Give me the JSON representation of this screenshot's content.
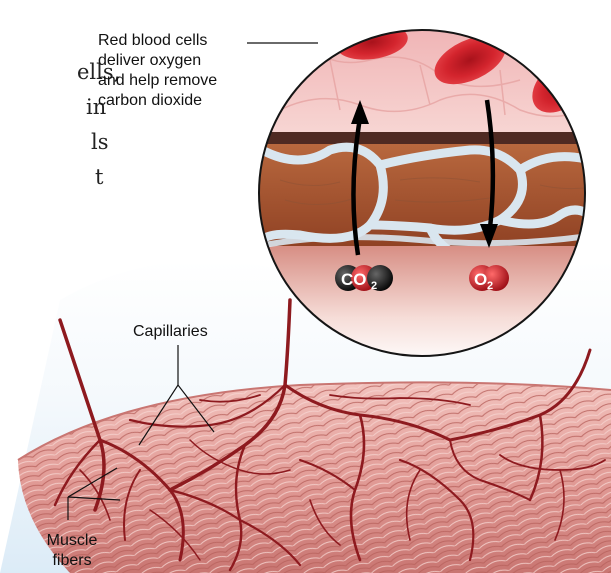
{
  "background_text": {
    "lines": [
      "ells,",
      "in",
      "ls",
      "t"
    ]
  },
  "labels": {
    "rbc": [
      "Red blood cells",
      "deliver oxygen",
      "and help remove",
      "carbon dioxide"
    ],
    "capillaries": "Capillaries",
    "muscle": [
      "Muscle",
      "fibers"
    ]
  },
  "molecules": {
    "co2_main": "CO",
    "co2_sub": "2",
    "o2_main": "O",
    "o2_sub": "2"
  },
  "colors": {
    "vessel": "#8e1a1f",
    "muscle_fiber": "#e8a8a3",
    "muscle_tissue": "#a8542e",
    "red_cell": "#d8222b",
    "capillary_wall": "#d9e6ef",
    "plasma": "#f3c1c2"
  }
}
